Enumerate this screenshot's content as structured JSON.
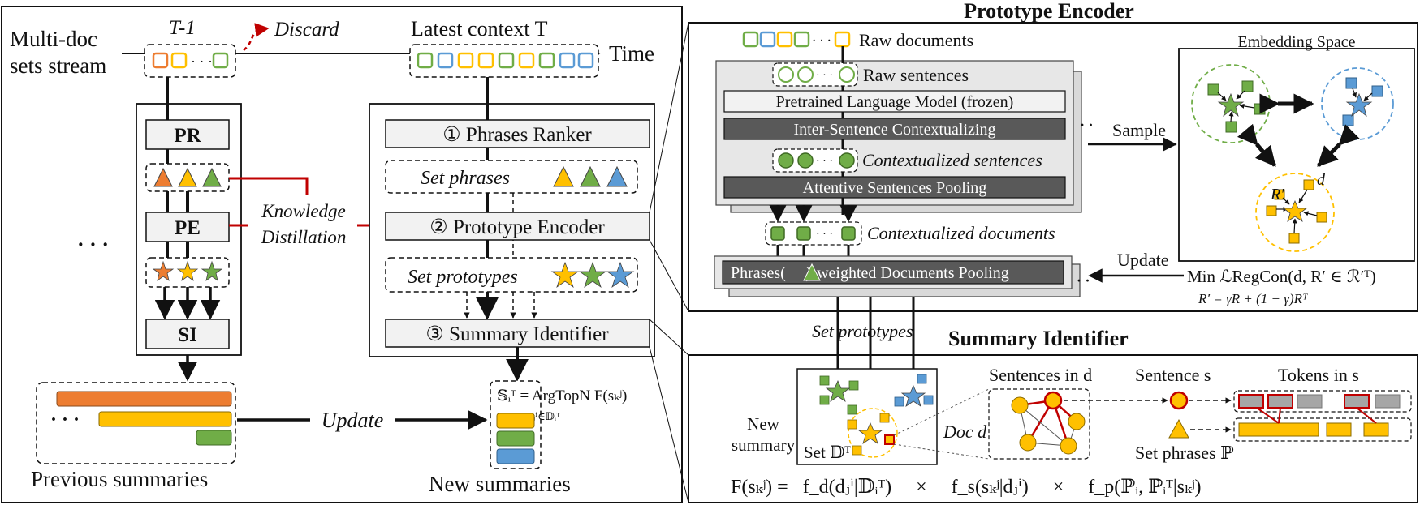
{
  "colors": {
    "orange": "#ED7D31",
    "yellow": "#FFC000",
    "green": "#70AD47",
    "blue": "#5B9BD5",
    "red": "#C00000",
    "dark_box": "#595959",
    "light_box": "#F2F2F2",
    "mid_box": "#D9D9D9"
  },
  "left_panel": {
    "stream_label_line1": "Multi-doc",
    "stream_label_line2": "sets stream",
    "t_minus_1": "T-1",
    "discard": "Discard",
    "latest_context": "Latest context T",
    "time": "Time",
    "ellipsis": "· · ·",
    "previous_summaries": "Previous summaries",
    "new_summaries": "New summaries",
    "update": "Update",
    "knowledge_line1": "Knowledge",
    "knowledge_line2": "Distillation",
    "old_model": {
      "pr": "PR",
      "pe": "PE",
      "si": "SI"
    },
    "new_model": {
      "step1_num": "①",
      "step1_label": "Phrases Ranker",
      "set_phrases": "Set phrases",
      "step2_num": "②",
      "step2_label": "Prototype Encoder",
      "set_prototypes": "Set prototypes",
      "step3_num": "③",
      "step3_label": "Summary Identifier"
    },
    "argtop_formula": "𝕊ᵢᵀ = ArgTopN F(sₖʲ)",
    "argtop_sub": "sₖʲ∈dⱼⁱ∈𝔻ᵢᵀ"
  },
  "prototype_encoder": {
    "title": "Prototype Encoder",
    "raw_documents": "Raw documents",
    "raw_sentences": "Raw sentences",
    "plm": "Pretrained Language Model (frozen)",
    "inter_sentence": "Inter-Sentence Contextualizing",
    "contextualized_sentences": "Contextualized sentences",
    "attentive_pooling": "Attentive Sentences Pooling",
    "contextualized_documents": "Contextualized documents",
    "phrases_weighted_pre": "Phrases(",
    "phrases_weighted_post": ")-weighted Documents Pooling",
    "sample": "Sample",
    "update": "Update",
    "embedding_space": "Embedding Space",
    "r_prime": "R′",
    "d": "d",
    "loss": "Min ℒRegCon(d, R′ ∈ ℛ′ᵀ)",
    "loss_update": "R′ = γR + (1 − γ)Rᵀ"
  },
  "summary_identifier": {
    "title": "Summary Identifier",
    "set_prototypes": "Set prototypes",
    "new_summary_line1": "New",
    "new_summary_line2": "summary",
    "set_d": "Set 𝔻ᵀ",
    "doc_d": "Doc d",
    "sentences_in_d": "Sentences in d",
    "sentence_s": "Sentence s",
    "tokens_in_s": "Tokens in s",
    "set_phrases": "Set phrases ℙ",
    "formula": "F(sₖʲ) =   f_d(dⱼⁱ|𝔻ᵢᵀ)     ×     f_s(sₖʲ|dⱼⁱ)     ×     f_p(ℙᵢ, ℙᵢᵀ|sₖʲ)"
  }
}
